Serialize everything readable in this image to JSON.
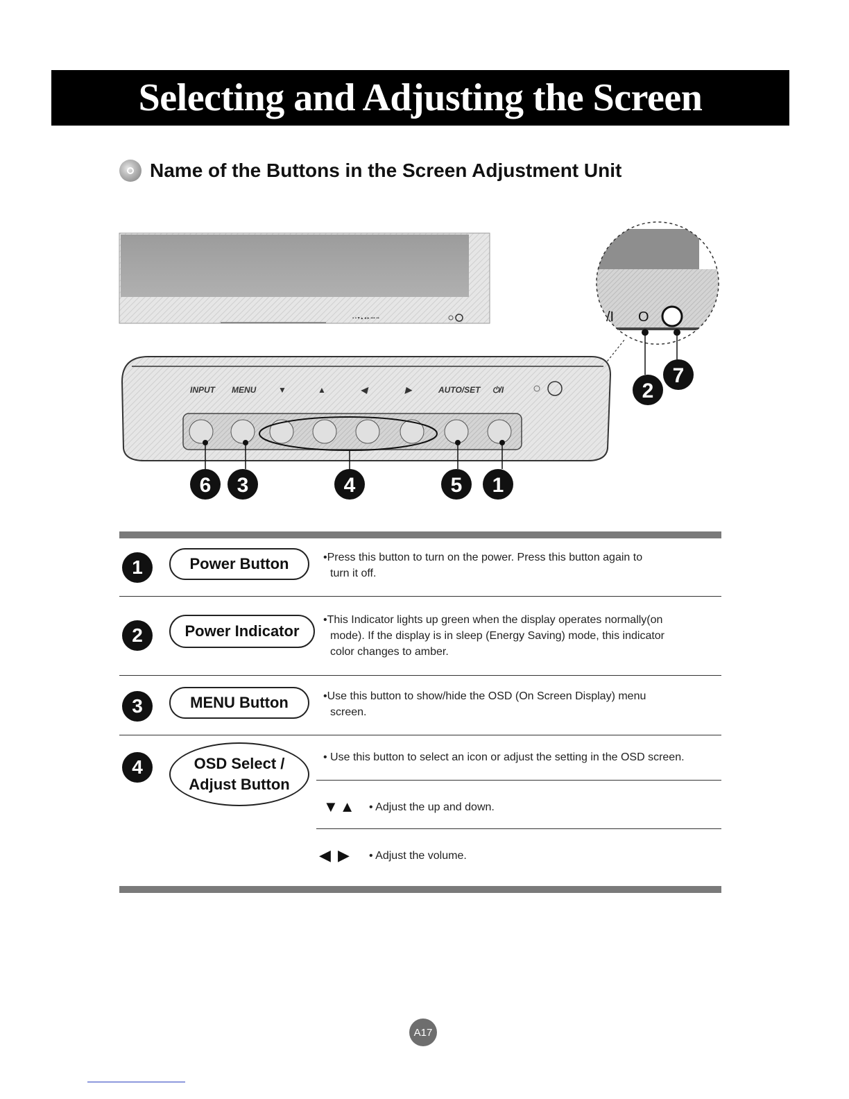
{
  "header": {
    "title": "Selecting and Adjusting the Screen"
  },
  "section": {
    "title": "Name of the Buttons in the Screen Adjustment Unit"
  },
  "panel_labels": {
    "input": "INPUT",
    "menu": "MENU",
    "down": "▼",
    "up": "▲",
    "left": "◀",
    "right": "▶",
    "auto": "AUTO/SET",
    "power": "⏻/I"
  },
  "zoom_labels": {
    "power": "/I",
    "indicator": "O"
  },
  "callouts": {
    "c6": "6",
    "c3": "3",
    "c4": "4",
    "c5": "5",
    "c1": "1",
    "c2": "2",
    "c7": "7"
  },
  "items": [
    {
      "number": "1",
      "label": "Power Button",
      "desc_line1": "•Press this button to turn on the power. Press this button again to",
      "desc_line2": "turn it off."
    },
    {
      "number": "2",
      "label": "Power Indicator",
      "desc_line1": "•This Indicator lights up green when the display operates normally(on",
      "desc_line2": "mode). If the display is in sleep (Energy Saving) mode, this indicator",
      "desc_line3": "color changes to amber."
    },
    {
      "number": "3",
      "label": "MENU Button",
      "desc_line1": "•Use this button to show/hide the OSD (On Screen Display) menu",
      "desc_line2": "screen."
    },
    {
      "number": "4",
      "label_line1": "OSD Select /",
      "label_line2": "Adjust Button",
      "desc_line1": "• Use this button to select an icon or adjust the setting in the OSD screen.",
      "sub": [
        {
          "symbol": "▼▲",
          "text": "• Adjust the up and down."
        },
        {
          "symbol": "◀ ▶",
          "text": "• Adjust the volume."
        }
      ]
    }
  ],
  "footer": {
    "page": "A17"
  }
}
